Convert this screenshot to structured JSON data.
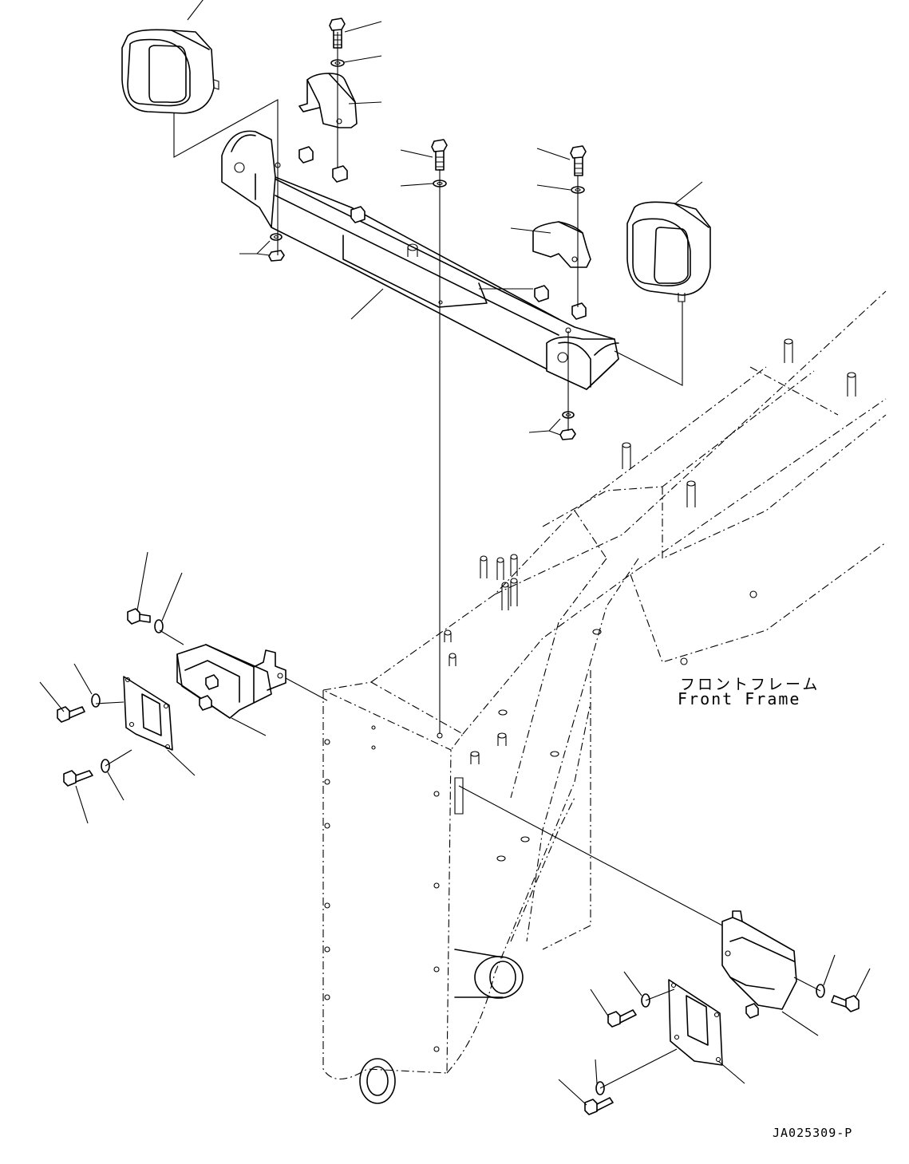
{
  "labels": {
    "frame_ja": "フロントフレーム",
    "frame_en": "Front Frame",
    "drawing_number": "JA025309-P"
  },
  "icons": [
    "headlamp-icon",
    "bolt-icon",
    "washer-icon",
    "nut-icon",
    "bracket-icon",
    "cover-icon",
    "box-icon"
  ],
  "colors": {
    "line": "#000000",
    "background": "#ffffff"
  }
}
